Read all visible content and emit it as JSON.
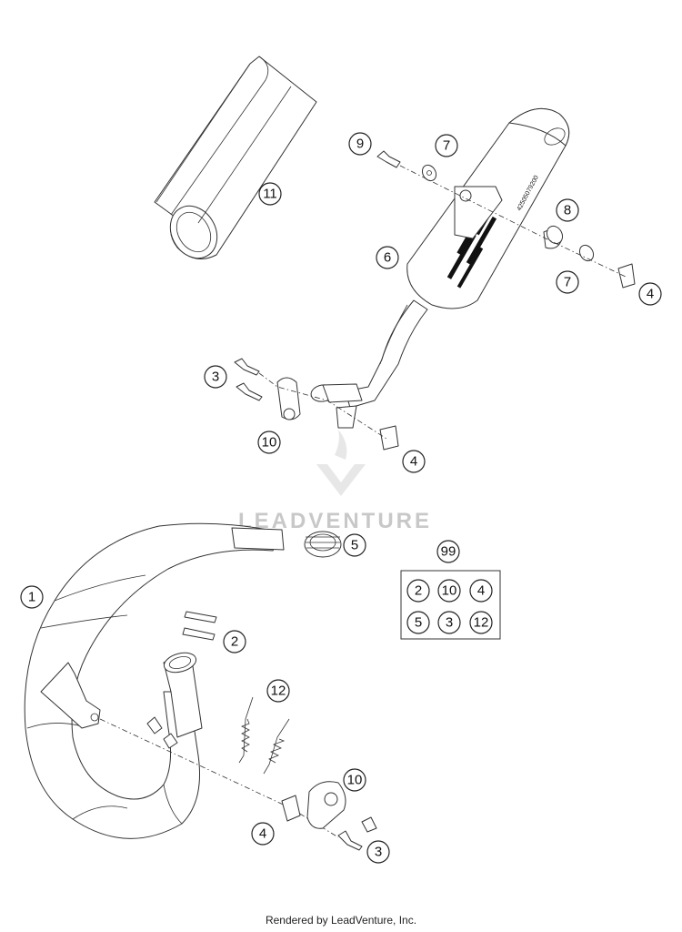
{
  "watermark": {
    "brand": "LEADVENTURE"
  },
  "footer": {
    "credit": "Rendered by LeadVenture, Inc."
  },
  "muffler_decal": {
    "part_number": "42505079200"
  },
  "callouts": {
    "c11": "11",
    "c9": "9",
    "c7a": "7",
    "c8": "8",
    "c7b": "7",
    "c4a": "4",
    "c6": "6",
    "c3a": "3",
    "c10a": "10",
    "c4b": "4",
    "c5": "5",
    "c1": "1",
    "c2": "2",
    "c12": "12",
    "c10b": "10",
    "c4c": "4",
    "c3b": "3"
  },
  "kit": {
    "number": "99",
    "items": [
      "2",
      "10",
      "4",
      "5",
      "3",
      "12"
    ]
  }
}
